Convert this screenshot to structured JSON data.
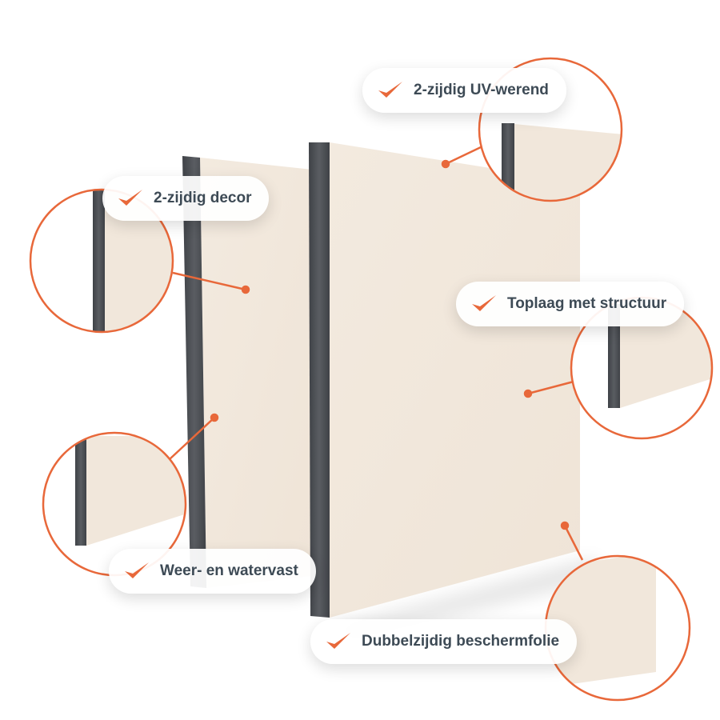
{
  "colors": {
    "accent": "#e8683a",
    "text": "#3d4a55",
    "panel": "#f1e7db",
    "edge": "#4a4d52"
  },
  "features": [
    {
      "label": "2-zijdig UV-werend",
      "icon": "check-icon"
    },
    {
      "label": "2-zijdig decor",
      "icon": "check-icon"
    },
    {
      "label": "Toplaag met structuur",
      "icon": "check-icon"
    },
    {
      "label": "Weer- en watervast",
      "icon": "check-icon"
    },
    {
      "label": "Dubbelzijdig beschermfolie",
      "icon": "check-icon"
    }
  ]
}
